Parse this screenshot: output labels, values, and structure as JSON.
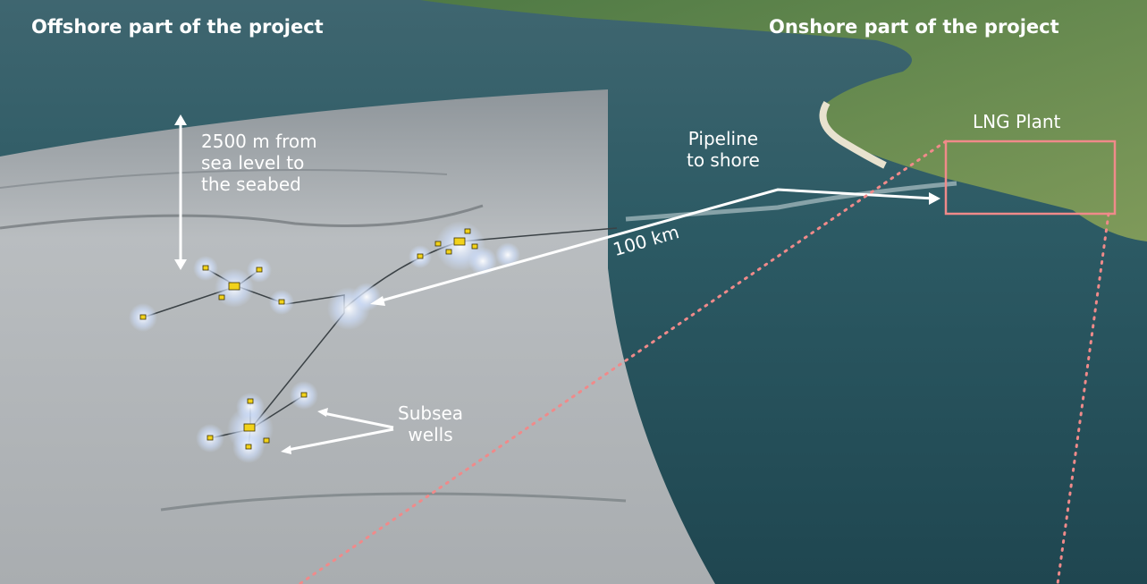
{
  "headers": {
    "offshore": "Offshore part of the project",
    "onshore": "Onshore part of the project"
  },
  "labels": {
    "lng_plant": "LNG Plant",
    "pipeline_line1": "Pipeline",
    "pipeline_line2": "to shore",
    "distance": "100 km",
    "depth_line1": "2500 m from",
    "depth_line2": "sea level to",
    "depth_line3": "the seabed",
    "wells_line1": "Subsea",
    "wells_line2": "wells"
  },
  "colors": {
    "sea": "#2a5863",
    "seabed": "#b4b8bb",
    "land": "#5f8a4a",
    "highlight": "#f08a8a",
    "well": "#f2d21a"
  }
}
